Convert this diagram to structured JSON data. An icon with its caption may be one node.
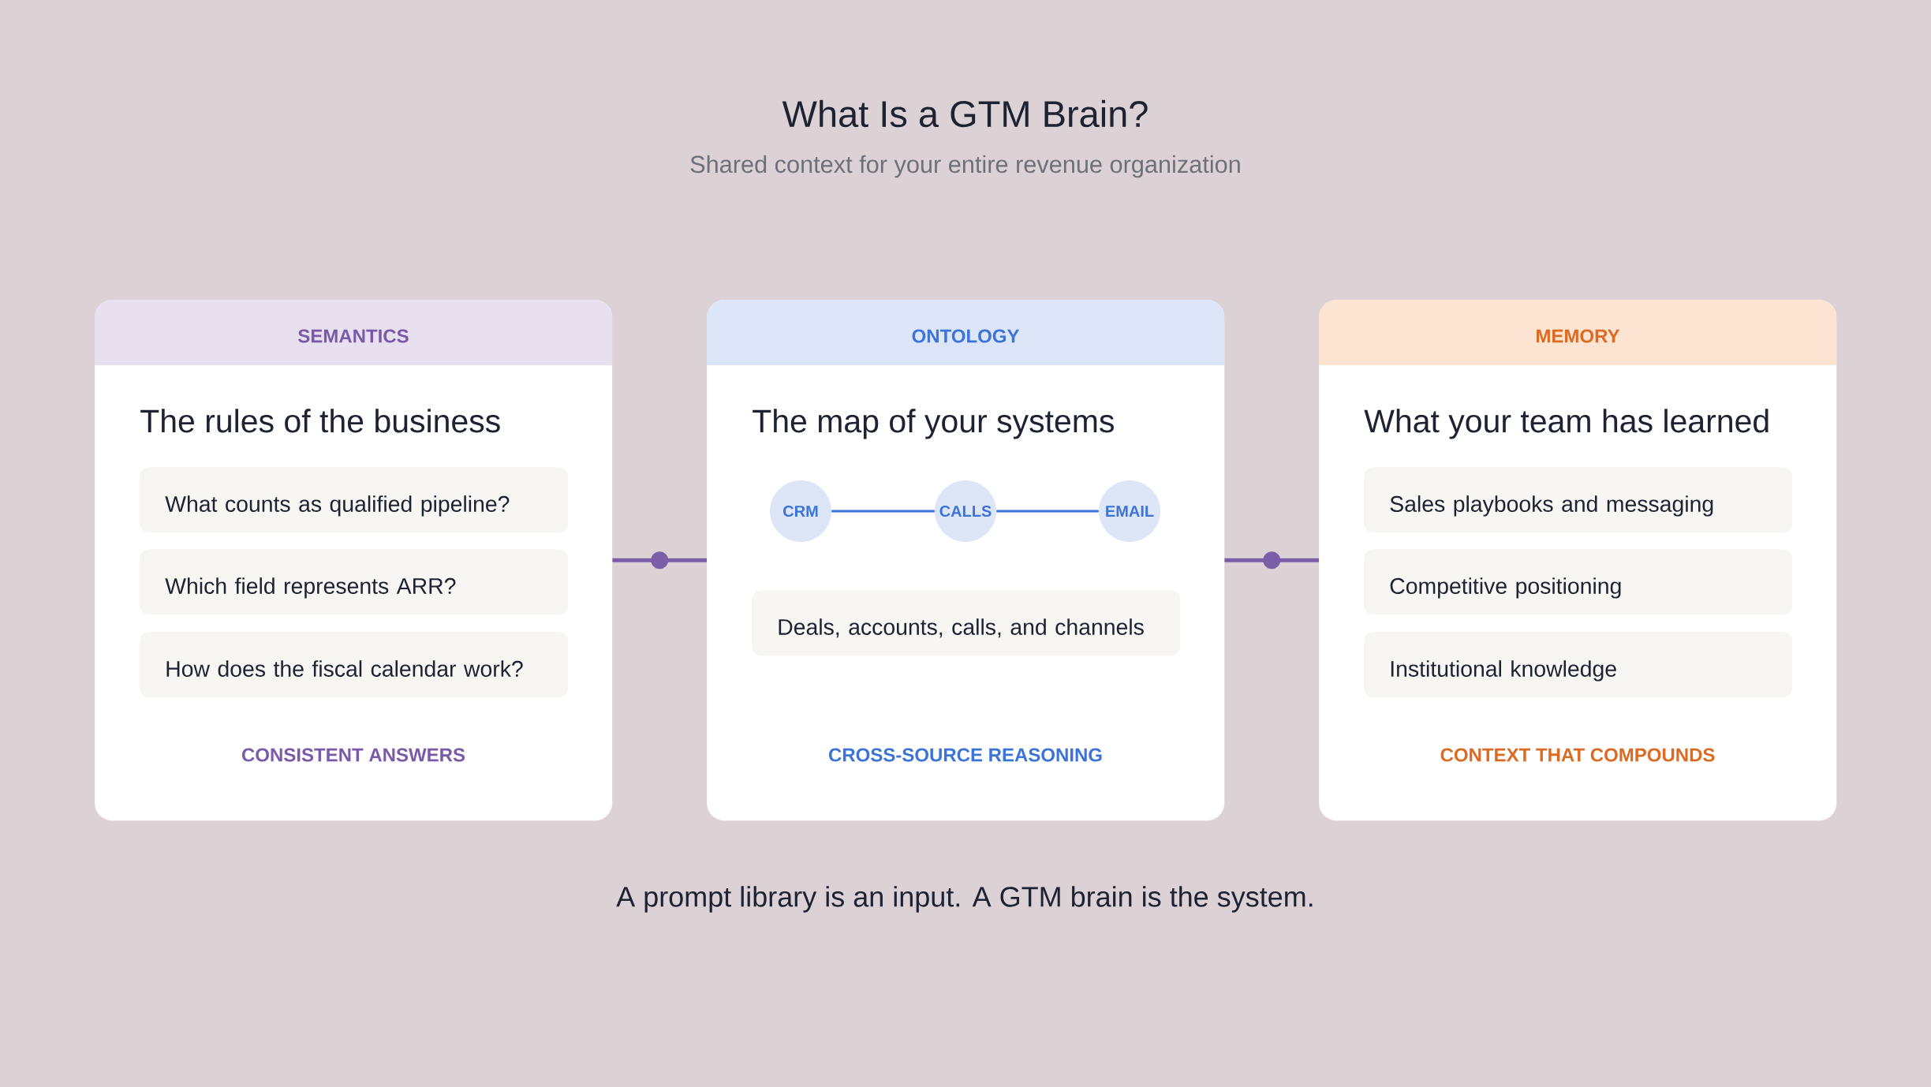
{
  "diagram": {
    "title": "What Is a GTM Brain?",
    "caption": "A prompt library is an input. A GTM brain is the system.",
    "nodes": [
      {
        "text": [
          "SEMANTICS",
          "The rules of the business",
          "CONSISTENT ANSWERS"
        ]
      },
      {
        "text": [
          "What counts as qualified pipeline?"
        ],
        "in": 0
      },
      {
        "text": [
          "Which field represents ARR?"
        ],
        "in": 0
      },
      {
        "text": [
          "How does the fiscal calendar work?"
        ],
        "in": 0
      },
      {
        "text": [
          "ONTOLOGY",
          "The map of your systems",
          "CROSS-SOURCE REASONING"
        ]
      },
      {
        "text": [
          "CRM"
        ],
        "in": 4
      },
      {
        "text": [
          "CALLS"
        ],
        "in": 4
      },
      {
        "text": [
          "EMAIL"
        ],
        "in": 4
      },
      {
        "text": [
          "Deals, accounts, calls, and channels"
        ],
        "in": 4
      },
      {
        "text": [
          "MEMORY",
          "What your team has learned",
          "CONTEXT THAT COMPOUNDS"
        ]
      },
      {
        "text": [
          "Sales playbooks and messaging"
        ],
        "in": 9
      },
      {
        "text": [
          "Competitive positioning"
        ],
        "in": 9
      },
      {
        "text": [
          "Institutional knowledge"
        ],
        "in": 9
      }
    ],
    "edges": [
      {
        "from": 0,
        "to": 4,
        "arrow": "none",
        "color": "#7b5ea7"
      },
      {
        "from": 4,
        "to": 9,
        "arrow": "none",
        "color": "#7b5ea7"
      },
      {
        "from": 5,
        "to": 6,
        "arrow": "none",
        "color": "#3b73d8"
      },
      {
        "from": 6,
        "to": 7,
        "arrow": "none",
        "color": "#3b73d8"
      }
    ],
    "labels": [
      "Shared context for your entire revenue organization"
    ]
  }
}
